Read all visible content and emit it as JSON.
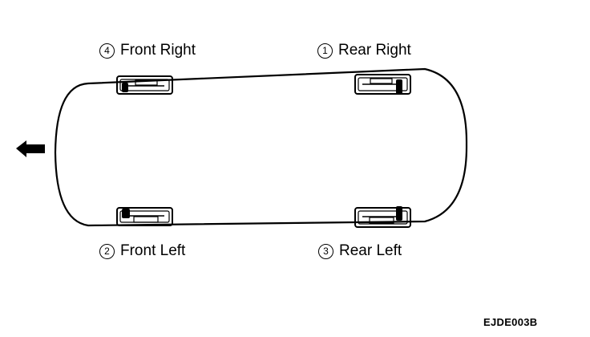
{
  "wheels": [
    {
      "id": "rear_right",
      "num": "1",
      "label": "Rear Right"
    },
    {
      "id": "front_left",
      "num": "2",
      "label": "Front Left"
    },
    {
      "id": "rear_left",
      "num": "3",
      "label": "Rear Left"
    },
    {
      "id": "front_right",
      "num": "4",
      "label": "Front Right"
    }
  ],
  "figure_code": "EJDE003B",
  "colors": {
    "line": "#000000",
    "background": "#ffffff"
  },
  "icons": {
    "direction": "arrow-left-icon",
    "brake": "brake-sensor-icon"
  }
}
